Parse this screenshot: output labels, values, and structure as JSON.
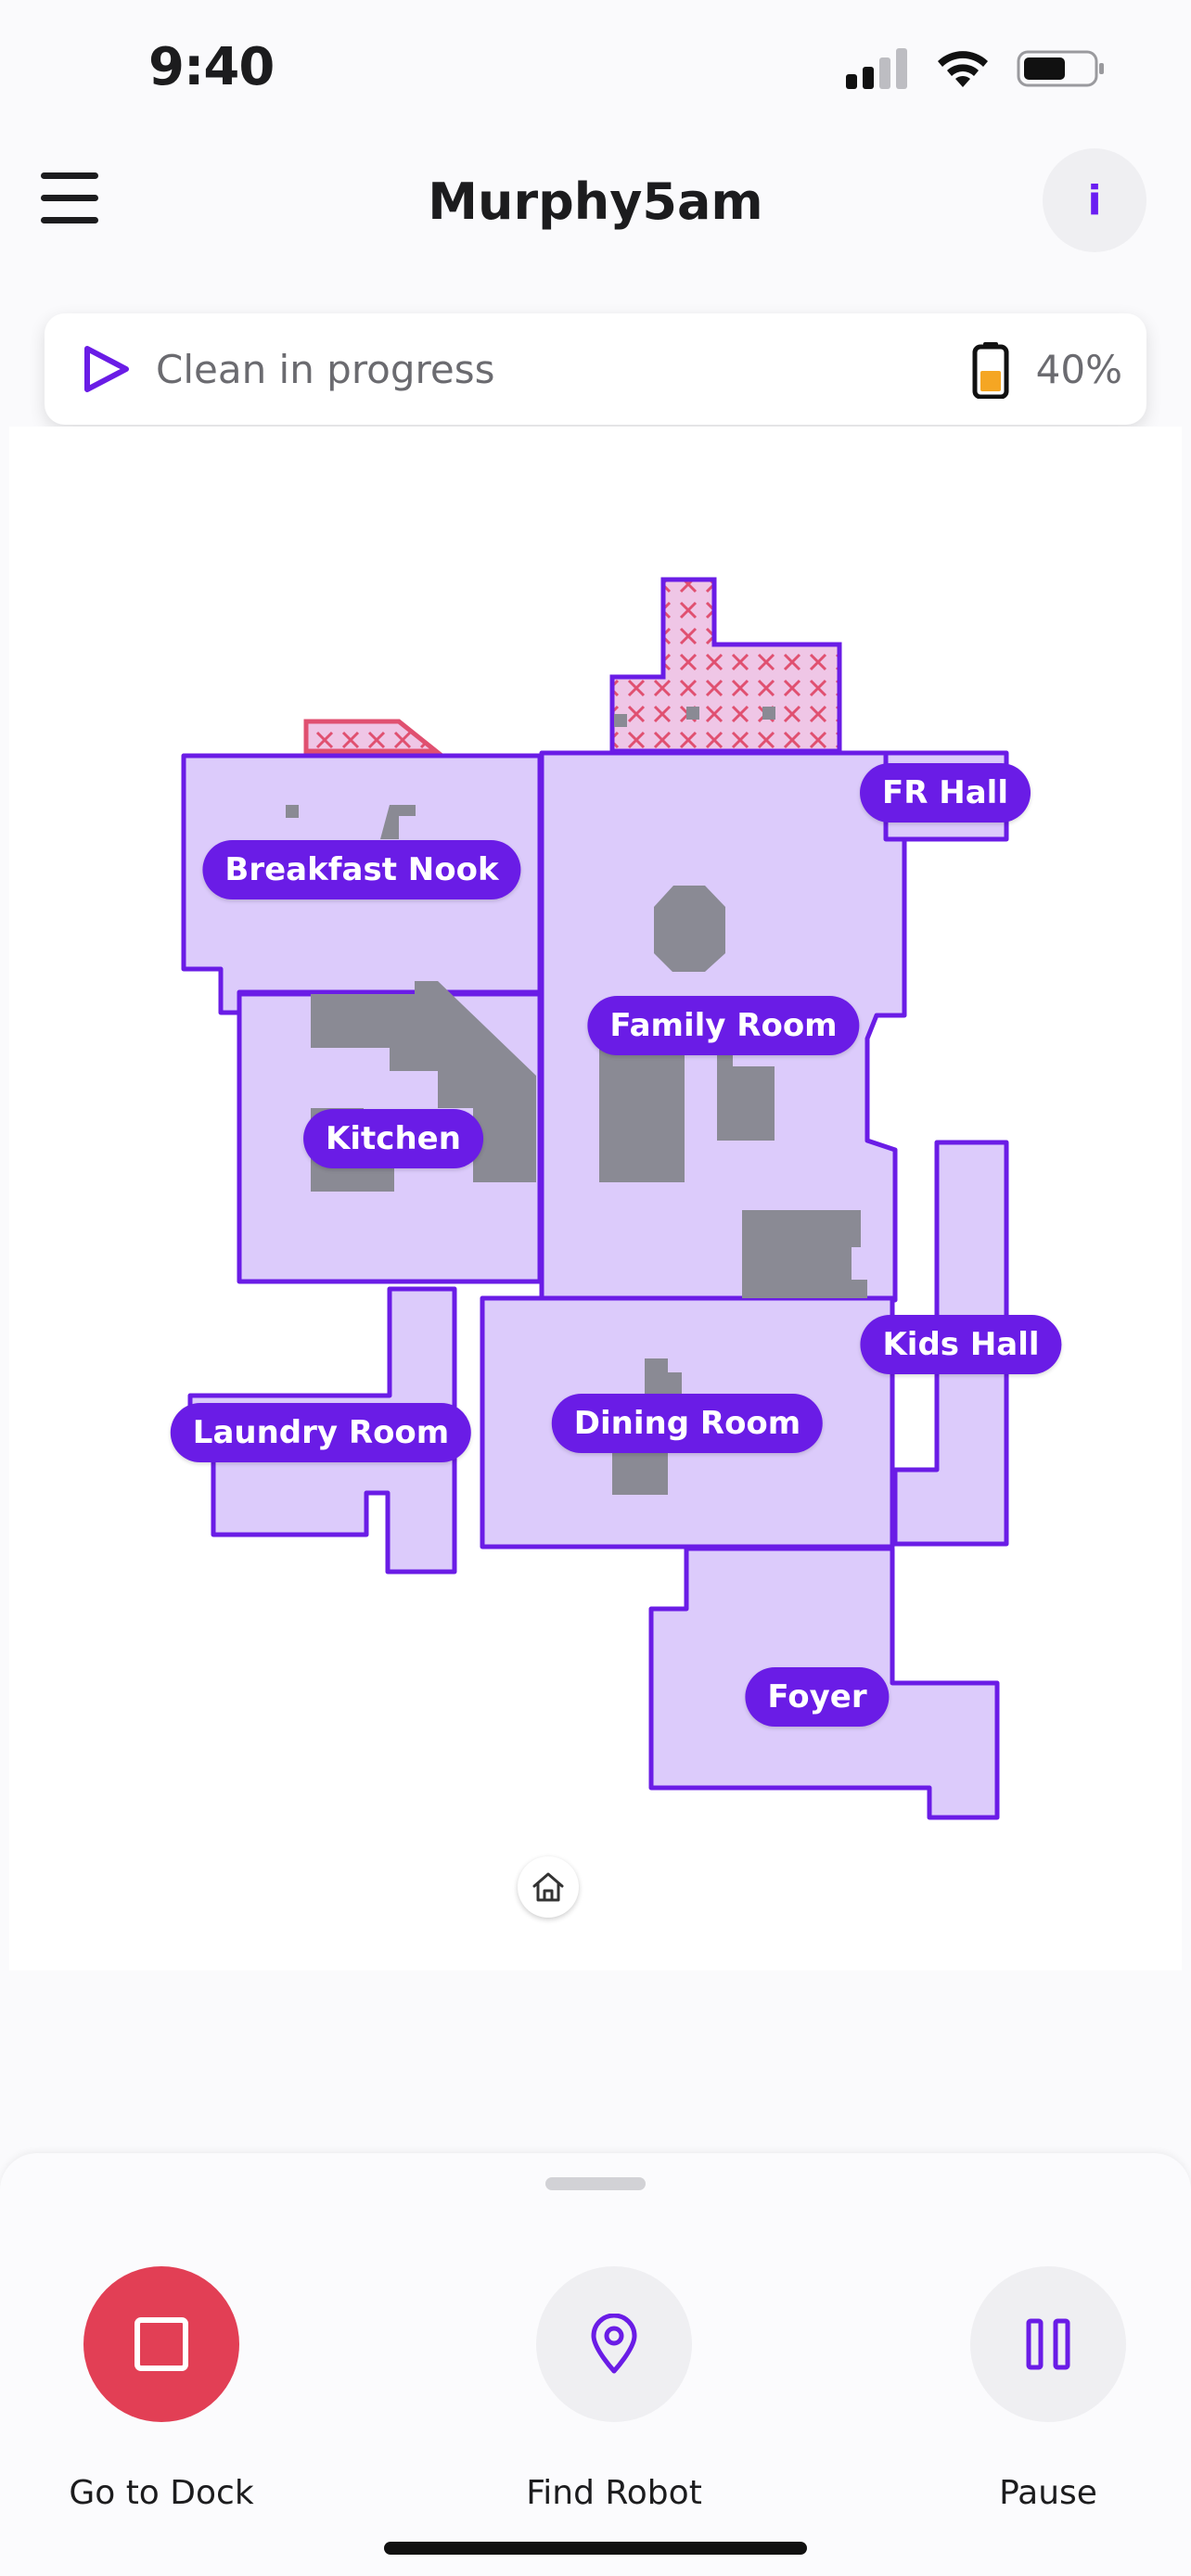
{
  "status_bar": {
    "time": "9:40"
  },
  "header": {
    "title": "Murphy5am",
    "info_label": "i"
  },
  "status_card": {
    "text": "Clean in progress",
    "battery_percent": "40%",
    "battery_level": 0.4
  },
  "map": {
    "rooms": [
      {
        "name": "Breakfast Nook"
      },
      {
        "name": "FR Hall"
      },
      {
        "name": "Family Room"
      },
      {
        "name": "Kitchen"
      },
      {
        "name": "Kids Hall"
      },
      {
        "name": "Laundry Room"
      },
      {
        "name": "Dining Room"
      },
      {
        "name": "Foyer"
      }
    ]
  },
  "actions": {
    "dock": {
      "label": "Go to Dock",
      "color": "#e23f55"
    },
    "find": {
      "label": "Find Robot"
    },
    "pause": {
      "label": "Pause"
    }
  },
  "colors": {
    "accent": "#6a1ce6",
    "room_fill": "#dccbfb",
    "room_stroke": "#6a1ce6",
    "obstacle": "#8a8a94",
    "no_go_stroke": "#e05070"
  }
}
